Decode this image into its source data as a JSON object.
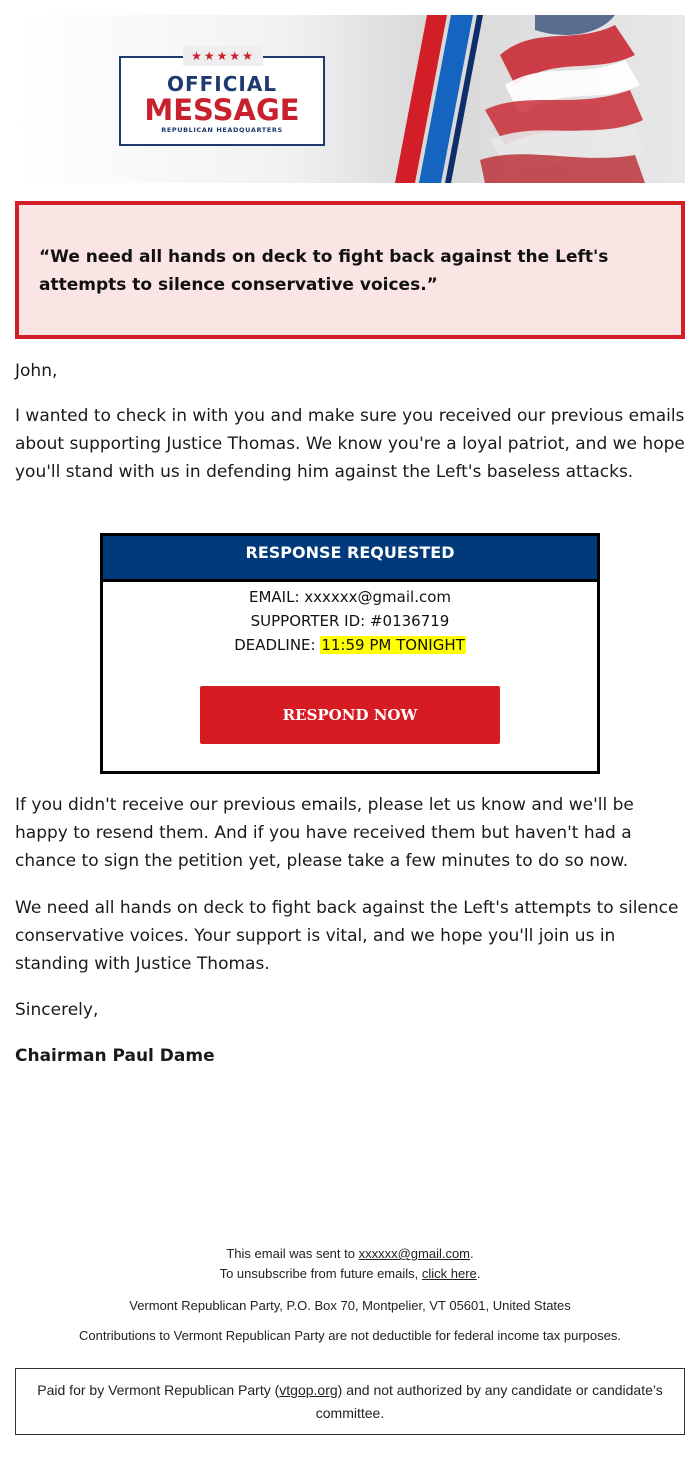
{
  "header": {
    "stars": "★★★★★",
    "official": "OFFICIAL",
    "message": "MESSAGE",
    "subtitle": "REPUBLICAN HEADQUARTERS"
  },
  "quote": "“We need all hands on deck to fight back against the Left's attempts to silence conservative voices.”",
  "greeting": "John,",
  "paragraph1": "I wanted to check in with you and make sure you received our previous emails about supporting Justice Thomas. We know you're a loyal patriot, and we hope you'll stand with us in defending him against the Left's baseless attacks.",
  "response_box": {
    "title": "RESPONSE REQUESTED",
    "email_line": "EMAIL: xxxxxx@gmail.com",
    "supporter_line": "SUPPORTER ID: #0136719",
    "deadline_label": "DEADLINE: ",
    "deadline_value": "11:59 PM TONIGHT",
    "button_label": "RESPOND NOW"
  },
  "paragraph2": "If you didn't receive our previous emails, please let us know and we'll be happy to resend them. And if you have received them but haven't had a chance to sign the petition yet, please take a few minutes to do so now.",
  "paragraph3": "We need all hands on deck to fight back against the Left's attempts to silence conservative voices. Your support is vital, and we hope you'll join us in standing with Justice Thomas.",
  "closing": "Sincerely,",
  "signature": "Chairman Paul Dame",
  "footer": {
    "sent_prefix": "This email was sent to ",
    "sent_email": "xxxxxx@gmail.com",
    "sent_suffix": ".",
    "unsub_prefix": "To unsubscribe from future emails, ",
    "unsub_link": "click here",
    "unsub_suffix": ".",
    "address": "Vermont Republican Party, P.O. Box 70, Montpelier, VT 05601, United States",
    "contributions": "Contributions to Vermont Republican Party are not deductible for federal income tax purposes.",
    "paid_prefix": "Paid for by Vermont Republican Party (",
    "paid_link": "vtgop.org",
    "paid_suffix": ") and not authorized by any candidate or candidate’s committee."
  },
  "colors": {
    "red": "#d21f27",
    "navy": "#003a7a",
    "quote_bg": "#fbe4e4",
    "highlight": "#ffff00"
  }
}
